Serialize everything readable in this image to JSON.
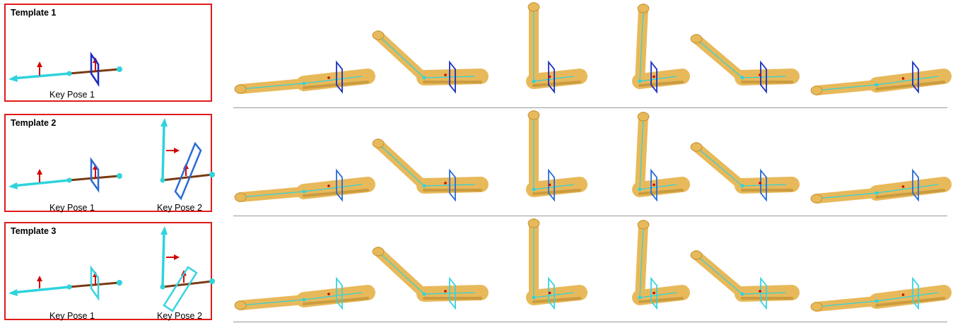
{
  "templates": [
    {
      "title": "Template 1",
      "poses": [
        "Key Pose 1"
      ],
      "plane_color": "#1a2fc4"
    },
    {
      "title": "Template 2",
      "poses": [
        "Key Pose 1",
        "Key Pose 2"
      ],
      "plane_color": "#2a6bd6"
    },
    {
      "title": "Template 3",
      "poses": [
        "Key Pose 1",
        "Key Pose 2"
      ],
      "plane_color": "#38d4e0"
    }
  ],
  "colors": {
    "frame": "#e11b1b",
    "axis_cyan": "#2fd3dc",
    "bone_brown": "#7a3a12",
    "arrow_red": "#d40000",
    "skin": "#e8b95a",
    "skin_dark": "#b98a2e",
    "separator": "#9a9a9a"
  }
}
